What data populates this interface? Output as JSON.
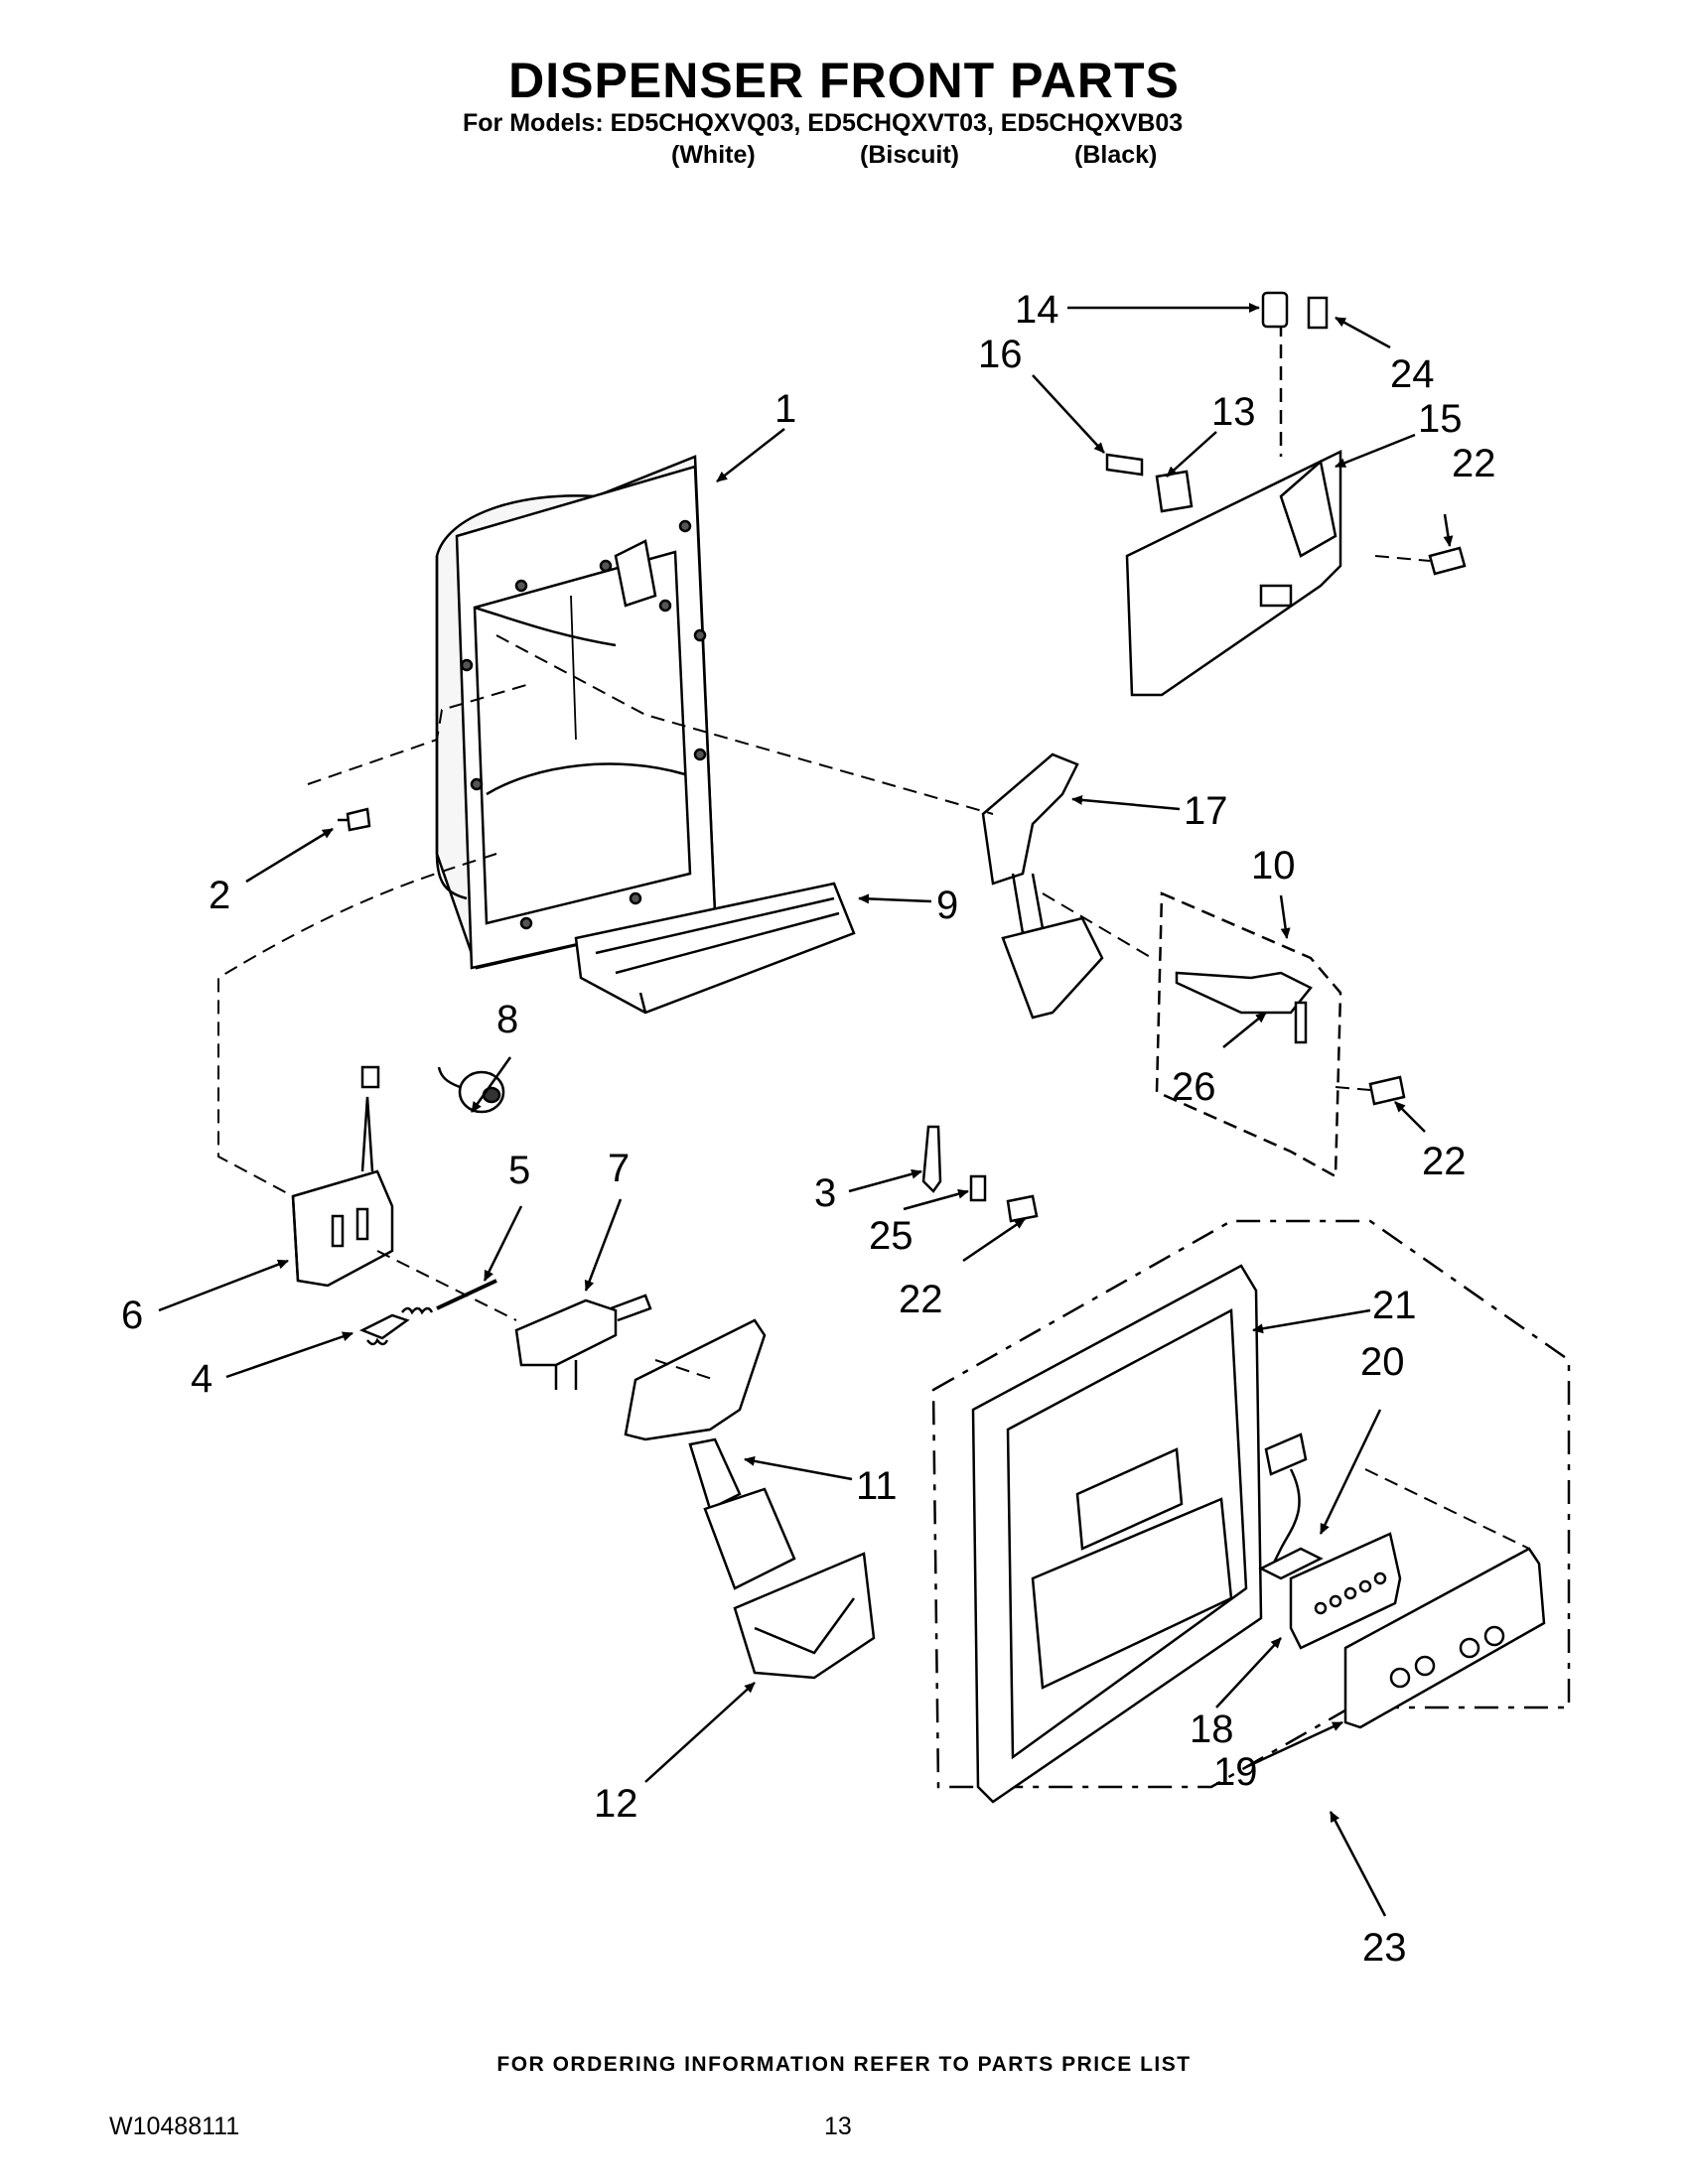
{
  "header": {
    "title": "DISPENSER FRONT PARTS",
    "models": "For Models: ED5CHQXVQ03, ED5CHQXVT03, ED5CHQXVB03",
    "colors": [
      "(White)",
      "(Biscuit)",
      "(Black)"
    ]
  },
  "callouts": [
    "1",
    "2",
    "3",
    "4",
    "5",
    "6",
    "7",
    "8",
    "9",
    "10",
    "11",
    "12",
    "13",
    "14",
    "15",
    "16",
    "17",
    "18",
    "19",
    "20",
    "21",
    "22",
    "22",
    "22",
    "23",
    "24",
    "25",
    "26"
  ],
  "footer": {
    "note": "FOR ORDERING INFORMATION REFER TO PARTS PRICE LIST",
    "document_number": "W10488111",
    "page_number": "13"
  }
}
